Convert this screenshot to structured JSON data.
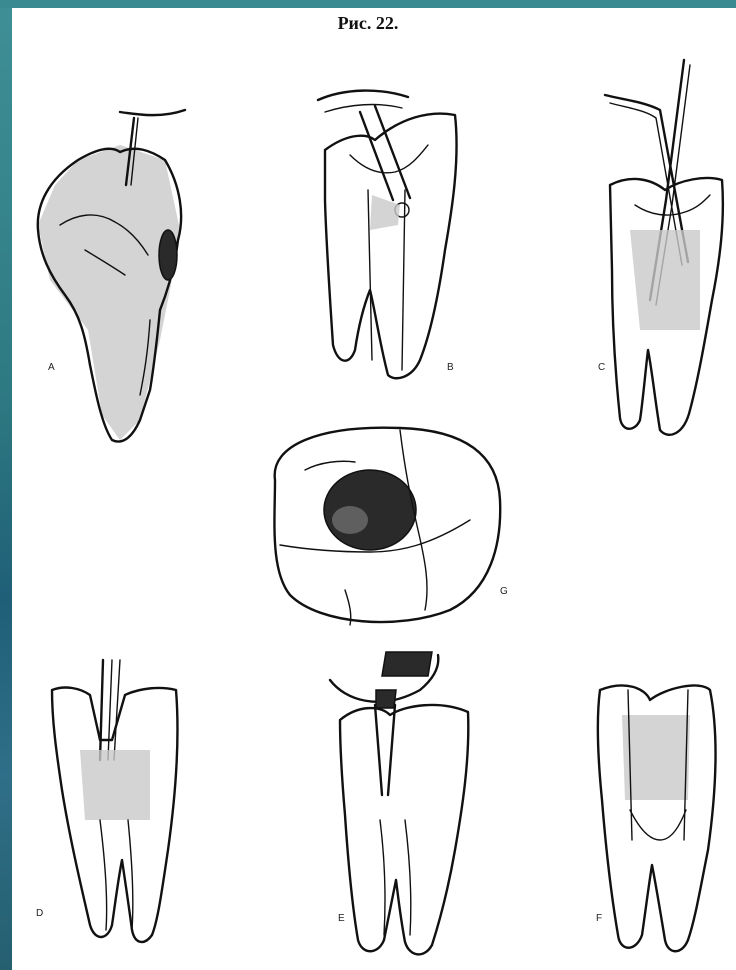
{
  "title": "Рис. 22.",
  "figure_labels": {
    "a": "A",
    "b": "B",
    "c": "C",
    "d": "D",
    "e": "E",
    "f": "F",
    "g": "G"
  }
}
